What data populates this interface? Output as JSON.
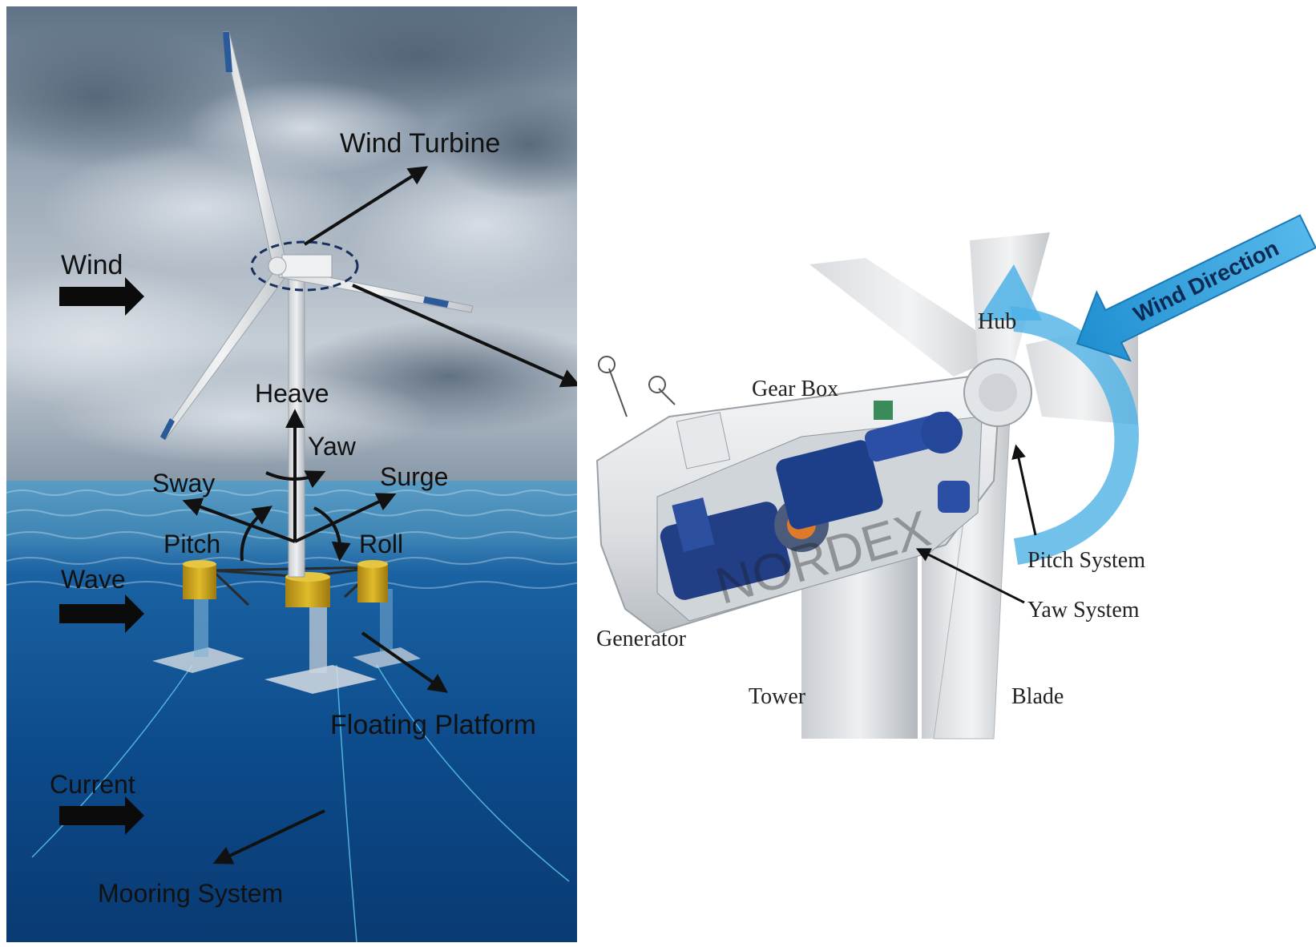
{
  "left_panel": {
    "labels": {
      "wind_turbine": "Wind Turbine",
      "wind": "Wind",
      "heave": "Heave",
      "yaw": "Yaw",
      "sway": "Sway",
      "surge": "Surge",
      "pitch": "Pitch",
      "roll": "Roll",
      "wave": "Wave",
      "floating_platform": "Floating Platform",
      "current": "Current",
      "mooring_system": "Mooring System"
    }
  },
  "right_panel": {
    "labels": {
      "wind_direction": "Wind Direction",
      "hub": "Hub",
      "gear_box": "Gear Box",
      "pitch_system": "Pitch System",
      "yaw_system": "Yaw System",
      "generator": "Generator",
      "tower": "Tower",
      "blade": "Blade"
    },
    "watermark": "NORDEX"
  },
  "colors": {
    "sky_top": "#6d7f92",
    "sky_mid": "#b7c2cd",
    "sea_surface": "#4a8fb8",
    "sea_deep": "#0a3f7a",
    "platform_yellow": "#c9a21a",
    "machinery_blue": "#1d3f8a",
    "wind_arrow_blue": "#3aa6e0"
  }
}
